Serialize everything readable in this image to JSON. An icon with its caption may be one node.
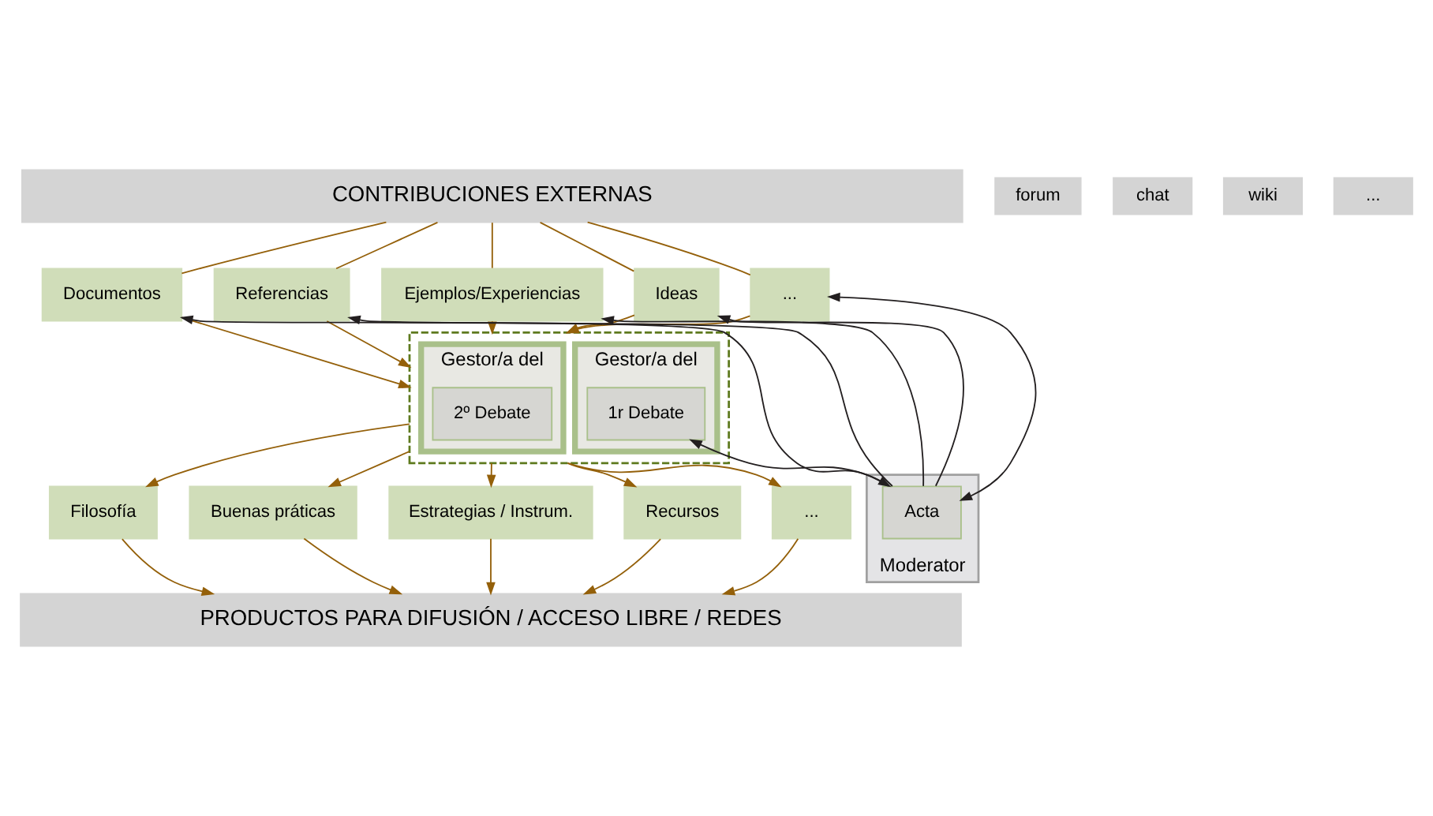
{
  "diagram": {
    "nodes": [
      {
        "text": [
          "CONTRIBUCIONES EXTERNAS"
        ]
      },
      {
        "text": [
          "Documentos"
        ]
      },
      {
        "text": [
          "Referencias"
        ]
      },
      {
        "text": [
          "Ejemplos/Experiencias"
        ]
      },
      {
        "text": [
          "Ideas"
        ]
      },
      {
        "text": [
          "..."
        ]
      },
      {
        "text": [],
        "shape": "box"
      },
      {
        "text": [
          "Gestor/a del"
        ],
        "in": 6
      },
      {
        "text": [
          "2º Debate"
        ],
        "in": 7
      },
      {
        "text": [
          "Gestor/a del"
        ],
        "in": 6
      },
      {
        "text": [
          "1r Debate"
        ],
        "in": 9
      },
      {
        "text": [
          "forum"
        ]
      },
      {
        "text": [
          "chat"
        ]
      },
      {
        "text": [
          "wiki"
        ]
      },
      {
        "text": [
          "..."
        ]
      },
      {
        "text": [
          "Moderator"
        ]
      },
      {
        "text": [
          "Acta"
        ],
        "in": 15
      },
      {
        "text": [
          "Filosofía"
        ]
      },
      {
        "text": [
          "Buenas práticas"
        ]
      },
      {
        "text": [
          "Estrategias / Instrum."
        ]
      },
      {
        "text": [
          "Recursos"
        ]
      },
      {
        "text": [
          "..."
        ]
      },
      {
        "text": [
          "PRODUCTOS PARA DIFUSIÓN / ACCESO LIBRE / REDES"
        ]
      }
    ],
    "edges": [
      {
        "from": 0,
        "to": 1,
        "arrow": "none"
      },
      {
        "from": 0,
        "to": 2,
        "arrow": "none"
      },
      {
        "from": 0,
        "to": 3,
        "arrow": "none"
      },
      {
        "from": 0,
        "to": 4,
        "arrow": "none"
      },
      {
        "from": 0,
        "to": 5,
        "arrow": "none"
      },
      {
        "from": 1,
        "to": 6,
        "arrow": "to"
      },
      {
        "from": 2,
        "to": 6,
        "arrow": "to"
      },
      {
        "from": 3,
        "to": 6,
        "arrow": "to"
      },
      {
        "from": 4,
        "to": 6,
        "arrow": "to"
      },
      {
        "from": 5,
        "to": 6,
        "arrow": "to"
      },
      {
        "from": 16,
        "to": 1,
        "arrow": "to",
        "color": "#231f20"
      },
      {
        "from": 16,
        "to": 2,
        "arrow": "to",
        "color": "#231f20"
      },
      {
        "from": 16,
        "to": 3,
        "arrow": "to",
        "color": "#231f20"
      },
      {
        "from": 16,
        "to": 4,
        "arrow": "to",
        "color": "#231f20"
      },
      {
        "from": 16,
        "to": 5,
        "arrow": "both",
        "color": "#231f20"
      },
      {
        "from": 10,
        "to": 16,
        "arrow": "both",
        "color": "#231f20"
      },
      {
        "from": 6,
        "to": 17,
        "arrow": "to"
      },
      {
        "from": 6,
        "to": 18,
        "arrow": "to"
      },
      {
        "from": 6,
        "to": 19,
        "arrow": "to"
      },
      {
        "from": 6,
        "to": 20,
        "arrow": "to"
      },
      {
        "from": 6,
        "to": 21,
        "arrow": "to"
      },
      {
        "from": 17,
        "to": 22,
        "arrow": "to"
      },
      {
        "from": 18,
        "to": 22,
        "arrow": "to"
      },
      {
        "from": 19,
        "to": 22,
        "arrow": "to"
      },
      {
        "from": 20,
        "to": 22,
        "arrow": "to"
      },
      {
        "from": 21,
        "to": 22,
        "arrow": "to"
      }
    ]
  }
}
